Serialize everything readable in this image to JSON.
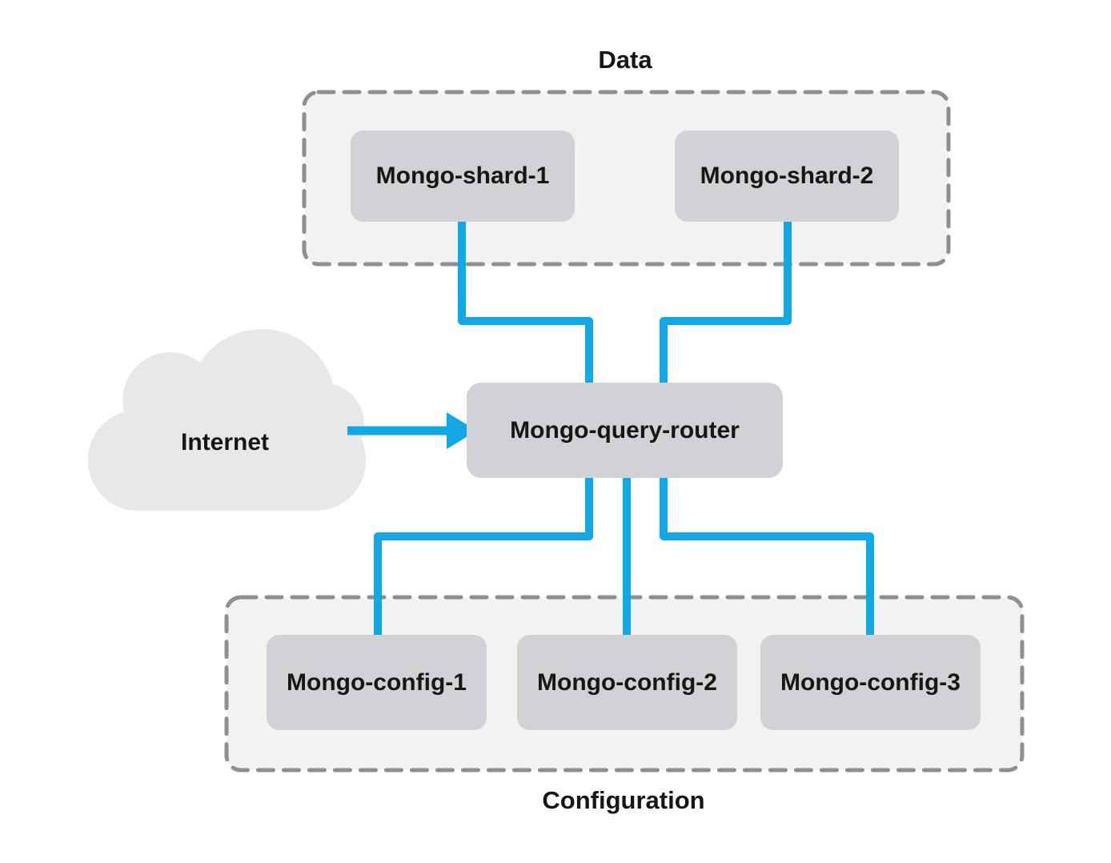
{
  "diagram": {
    "groups": {
      "data": {
        "label": "Data",
        "members": [
          "Mongo-shard-1",
          "Mongo-shard-2"
        ]
      },
      "configuration": {
        "label": "Configuration",
        "members": [
          "Mongo-config-1",
          "Mongo-config-2",
          "Mongo-config-3"
        ]
      }
    },
    "nodes": {
      "internet": {
        "label": "Internet",
        "shape": "cloud"
      },
      "router": {
        "label": "Mongo-query-router",
        "shape": "rounded-rect"
      },
      "shard1": {
        "label": "Mongo-shard-1",
        "shape": "rounded-rect"
      },
      "shard2": {
        "label": "Mongo-shard-2",
        "shape": "rounded-rect"
      },
      "config1": {
        "label": "Mongo-config-1",
        "shape": "rounded-rect"
      },
      "config2": {
        "label": "Mongo-config-2",
        "shape": "rounded-rect"
      },
      "config3": {
        "label": "Mongo-config-3",
        "shape": "rounded-rect"
      }
    },
    "edges": [
      {
        "from": "Internet",
        "to": "Mongo-query-router",
        "style": "arrow"
      },
      {
        "from": "Mongo-shard-1",
        "to": "Mongo-query-router",
        "style": "elbow"
      },
      {
        "from": "Mongo-shard-2",
        "to": "Mongo-query-router",
        "style": "elbow"
      },
      {
        "from": "Mongo-query-router",
        "to": "Mongo-config-1",
        "style": "elbow"
      },
      {
        "from": "Mongo-query-router",
        "to": "Mongo-config-2",
        "style": "straight"
      },
      {
        "from": "Mongo-query-router",
        "to": "Mongo-config-3",
        "style": "elbow"
      }
    ],
    "colors": {
      "connector": "#12A8E5",
      "node_fill": "#D1D2D5",
      "group_fill": "#F2F2F4",
      "group_border": "#8E8F93",
      "cloud_fill": "#E8E8EB",
      "text": "#161616",
      "background": "#FFFFFF"
    }
  }
}
